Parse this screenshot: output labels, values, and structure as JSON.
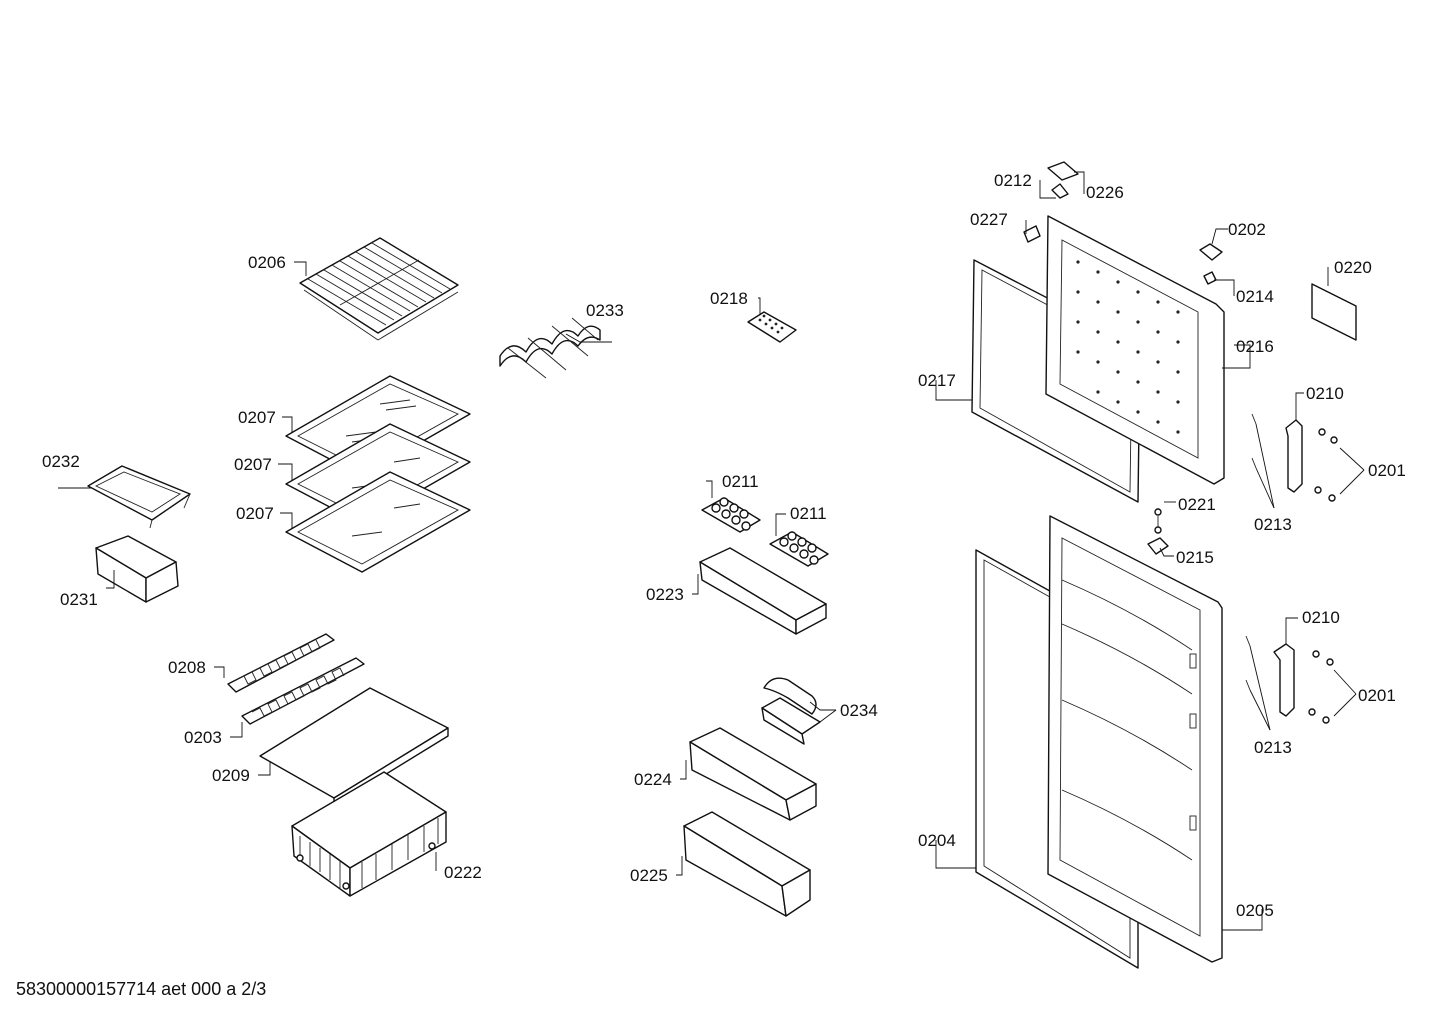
{
  "labels": {
    "p0201a": "0201",
    "p0201b": "0201",
    "p0202": "0202",
    "p0203": "0203",
    "p0204": "0204",
    "p0205": "0205",
    "p0206": "0206",
    "p0207a": "0207",
    "p0207b": "0207",
    "p0207c": "0207",
    "p0208": "0208",
    "p0209": "0209",
    "p0210a": "0210",
    "p0210b": "0210",
    "p0211a": "0211",
    "p0211b": "0211",
    "p0212": "0212",
    "p0213a": "0213",
    "p0213b": "0213",
    "p0214": "0214",
    "p0215": "0215",
    "p0216": "0216",
    "p0217": "0217",
    "p0218": "0218",
    "p0220": "0220",
    "p0221": "0221",
    "p0222": "0222",
    "p0223": "0223",
    "p0224": "0224",
    "p0225": "0225",
    "p0226": "0226",
    "p0227": "0227",
    "p0231": "0231",
    "p0232": "0232",
    "p0233": "0233",
    "p0234": "0234"
  },
  "footer": "58300000157714 aet 000 a 2/3"
}
